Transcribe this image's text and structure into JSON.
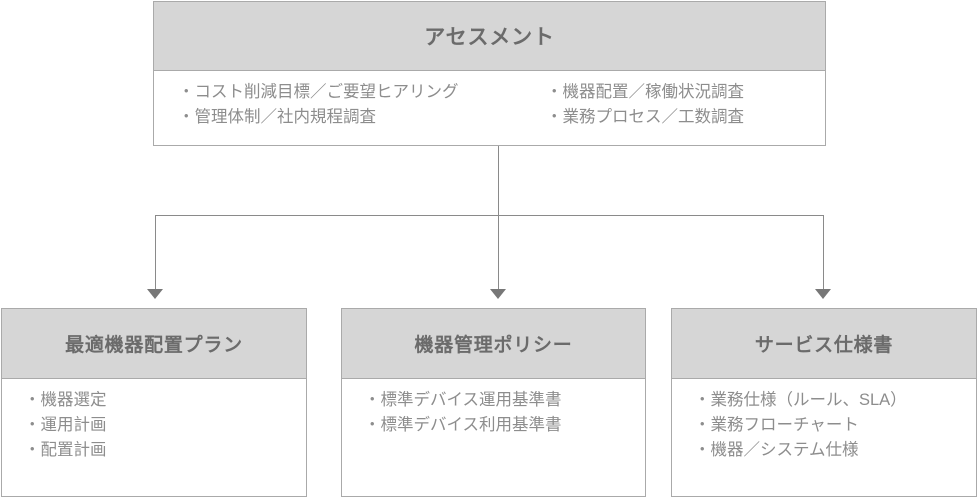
{
  "diagram": {
    "type": "flowchart",
    "orientation": "top-down",
    "colors": {
      "header_bg": "#d6d6d6",
      "border": "#aaaaaa",
      "title_text": "#6b6b6b",
      "body_text": "#8d8d8d",
      "connector": "#8a8a8a",
      "arrow": "#777777",
      "page_bg": "#ffffff"
    },
    "root": {
      "title": "アセスメント",
      "columns": [
        {
          "items": [
            "・コスト削減目標／ご要望ヒアリング",
            "・管理体制／社内規程調査"
          ]
        },
        {
          "items": [
            "・機器配置／稼働状況調査",
            "・業務プロセス／工数調査"
          ]
        }
      ]
    },
    "children": [
      {
        "id": "plan",
        "title": "最適機器配置プラン",
        "items": [
          "・機器選定",
          "・運用計画",
          "・配置計画"
        ]
      },
      {
        "id": "policy",
        "title": "機器管理ポリシー",
        "items": [
          "・標準デバイス運用基準書",
          "・標準デバイス利用基準書"
        ]
      },
      {
        "id": "spec",
        "title": "サービス仕様書",
        "items": [
          "・業務仕様（ルール、SLA）",
          "・業務フローチャート",
          "・機器／システム仕様"
        ]
      }
    ]
  }
}
